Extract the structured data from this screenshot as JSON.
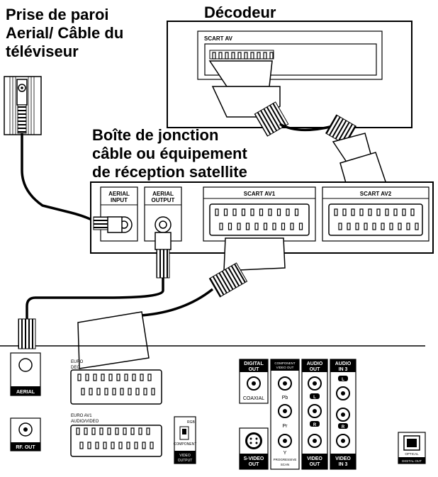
{
  "labels": {
    "wall_outlet": [
      "Prise de paroi",
      "Aerial/ Câble du",
      "téléviseur"
    ],
    "decoder": "Décodeur",
    "cable_box": [
      "Boîte de jonction",
      "câble ou équipement",
      "de réception satellite"
    ]
  },
  "decoder_panel": {
    "scart_label": "SCART AV"
  },
  "cable_box_panel": {
    "aerial_input": [
      "AERIAL",
      "INPUT"
    ],
    "aerial_output": [
      "AERIAL",
      "OUTPUT"
    ],
    "scart_av1": "SCART AV1",
    "scart_av2": "SCART AV2"
  },
  "recorder_panel": {
    "aerial": "AERIAL",
    "rf_out": "RF. OUT",
    "euro_av2": [
      "EURO",
      "DEC"
    ],
    "euro_av1": [
      "EURO AV1",
      "AUDIO/VIDEO"
    ],
    "rgb": "RGB",
    "component": "COMPONENT",
    "video_output": [
      "VIDEO",
      "OUTPUT"
    ],
    "digital_out": [
      "DIGITAL",
      "OUT"
    ],
    "coaxial": "COAXIAL",
    "component_video_out": [
      "COMPONENT",
      "VIDEO OUT"
    ],
    "pb": "Pb",
    "pr": "Pr",
    "y": "Y",
    "progressive_scan": [
      "PROGRESSIVE",
      "SCAN"
    ],
    "audio_out": [
      "AUDIO",
      "OUT"
    ],
    "audio_in3": [
      "AUDIO",
      "IN 3"
    ],
    "l": "L",
    "r": "R",
    "svideo_out": [
      "S-VIDEO",
      "OUT"
    ],
    "video_out": [
      "VIDEO",
      "OUT"
    ],
    "video_in3": [
      "VIDEO",
      "IN 3"
    ],
    "optical": "OPTICAL",
    "digital_out_optical": "DIGITAL OUT"
  }
}
